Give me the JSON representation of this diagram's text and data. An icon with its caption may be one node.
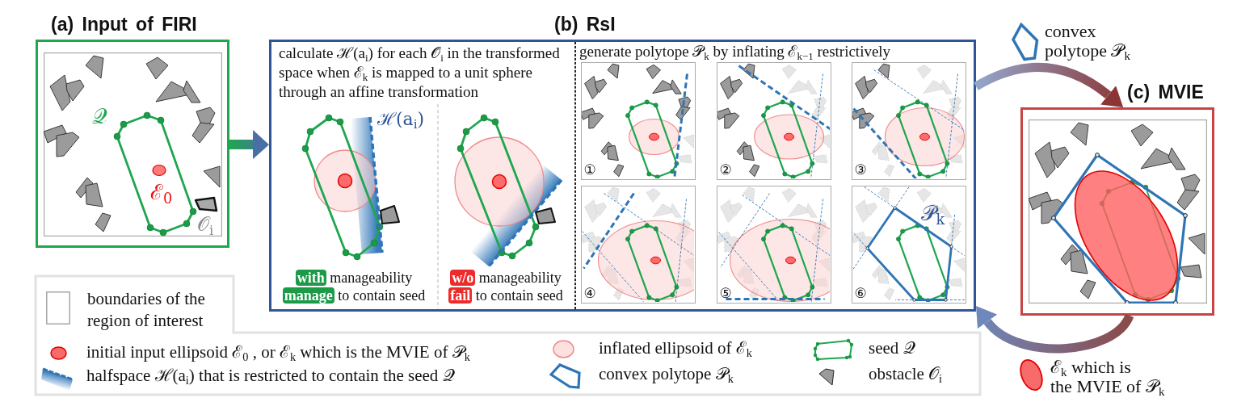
{
  "diagram": {
    "nodes": [
      {
        "text": [
          "(a) Input of FIRI"
        ]
      },
      {
        "text": [
          "(b) RsI"
        ]
      },
      {
        "text": [
          "calculate ℋ(a$_{i}$) for each 𝒪$_{i}$ in the transformed space when ℰ$_{k}$ is mapped to a unit sphere through an affine transformation",
          "**with** manageability **manage** to contain seed",
          "**w/o** manageability **fail** to contain seed"
        ],
        "in": 1
      },
      {
        "text": [
          "generate polytope 𝒫$_{k}$ by inflating ℰ$_{k−1}$ restrictively"
        ],
        "in": 1
      },
      {
        "text": [
          "①"
        ],
        "in": 3
      },
      {
        "text": [
          "②"
        ],
        "in": 3
      },
      {
        "text": [
          "③"
        ],
        "in": 3
      },
      {
        "text": [
          "④"
        ],
        "in": 3
      },
      {
        "text": [
          "⑤"
        ],
        "in": 3
      },
      {
        "text": [
          "⑥"
        ],
        "in": 3
      },
      {
        "text": [
          "(c) MVIE"
        ]
      }
    ],
    "edges": [
      {
        "from": 0,
        "to": 1,
        "arrow": "to"
      },
      {
        "from": 1,
        "to": 10,
        "arrow": "to",
        "label": "convex polytope 𝒫$_{k}$"
      },
      {
        "from": 10,
        "to": 1,
        "arrow": "to",
        "label": "ℰ$_{k}$ which is the MVIE of 𝒫$_{k}$"
      }
    ],
    "labels": [
      "𝒬",
      "ℰ$_{0}$",
      "𝒪$_{i}$",
      "ℋ(a$_{i}$)",
      "𝒫$_{k}$"
    ],
    "legend": [
      {
        "text": "boundaries of the region of interest"
      },
      {
        "text": "initial input ellipsoid ℰ$_{0}$ , or ℰ$_{k}$ which is the MVIE of 𝒫$_{k}$"
      },
      {
        "text": "inflated ellipsoid of ℰ$_{k}$"
      },
      {
        "text": "seed 𝒬"
      },
      {
        "text": "halfspace ℋ(a$_{i}$) that is restricted to contain the seed 𝒬"
      },
      {
        "text": "convex polytope 𝒫$_{k}$"
      },
      {
        "text": "obstacle 𝒪$_{i}$"
      }
    ]
  }
}
